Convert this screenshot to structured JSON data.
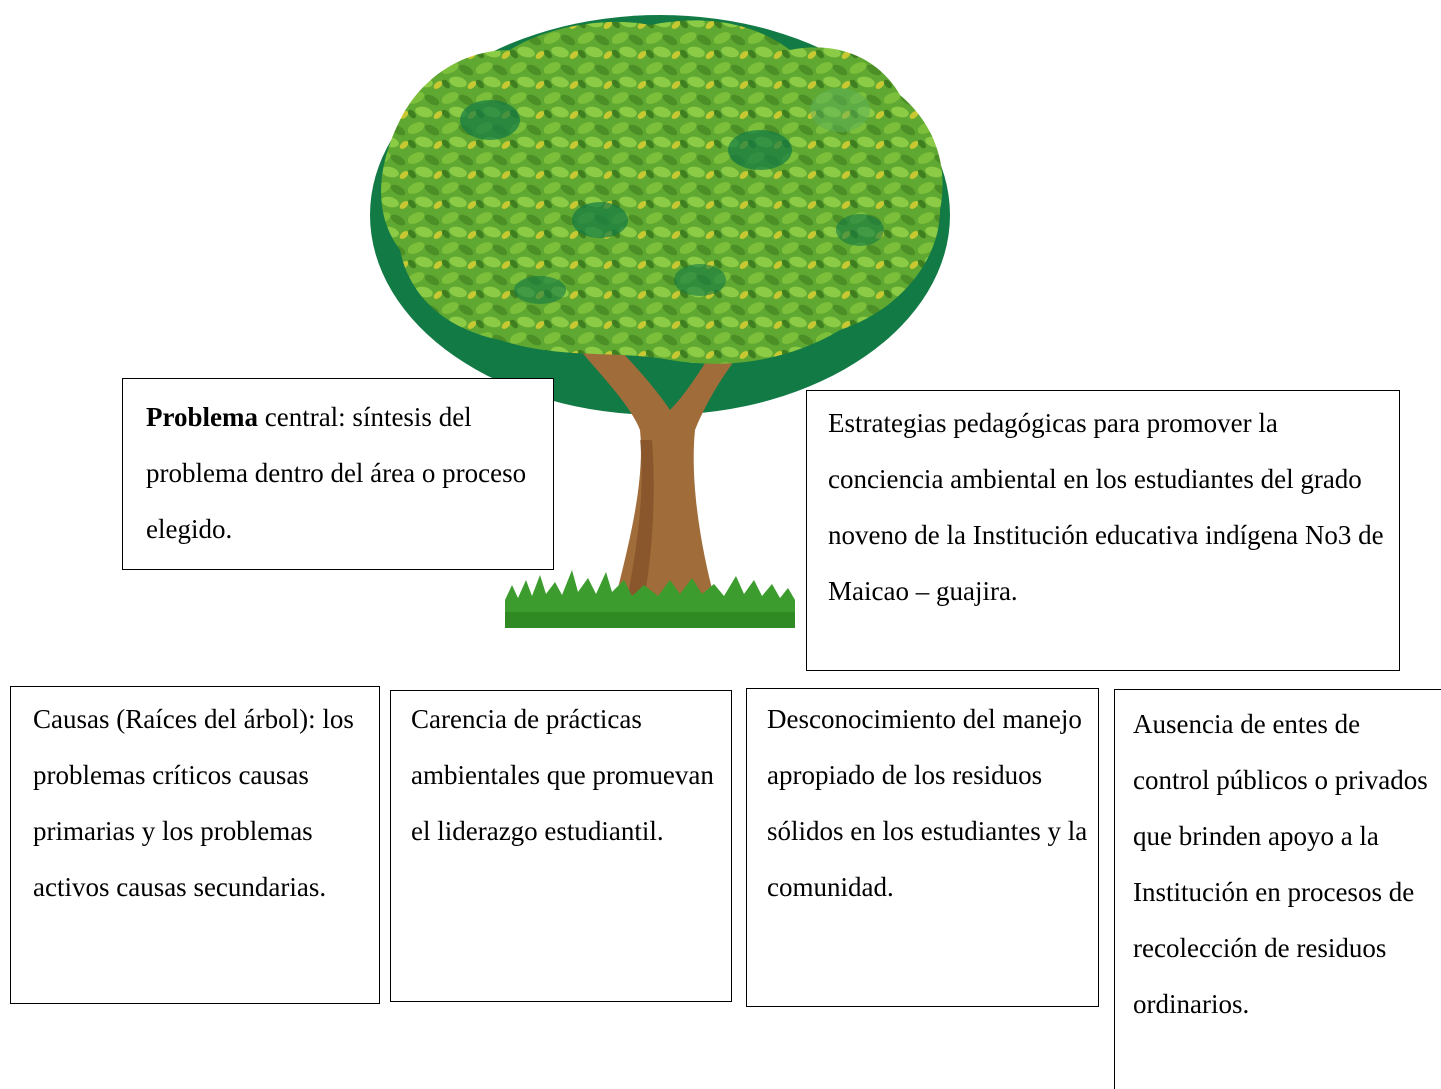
{
  "problem_box": {
    "bold_word": "Problema",
    "text": " central: síntesis del problema dentro del área o proceso elegido."
  },
  "strategy_box": {
    "text": "Estrategias pedagógicas para promover la conciencia ambiental en los estudiantes del grado noveno de la Institución educativa indígena No3 de Maicao – guajira."
  },
  "causes": {
    "legend": "Causas (Raíces del árbol): los problemas críticos causas primarias y los problemas activos causas secundarias.",
    "items": [
      "Carencia de prácticas ambientales que promuevan el liderazgo estudiantil.",
      "Desconocimiento del manejo apropiado de los residuos sólidos en los estudiantes y la comunidad.",
      "Ausencia de entes de control públicos o privados que brinden apoyo a la Institución en procesos de recolección de residuos ordinarios."
    ]
  },
  "colors": {
    "canopy_dark": "#127a45",
    "canopy_mid": "#4f9a2c",
    "canopy_light": "#7cbf3a",
    "leaf_yellow": "#c8c832",
    "trunk": "#a06c3a",
    "trunk_dark": "#7a4a22",
    "grass": "#3c9c2e"
  },
  "icons": [
    "tree-illustration"
  ]
}
